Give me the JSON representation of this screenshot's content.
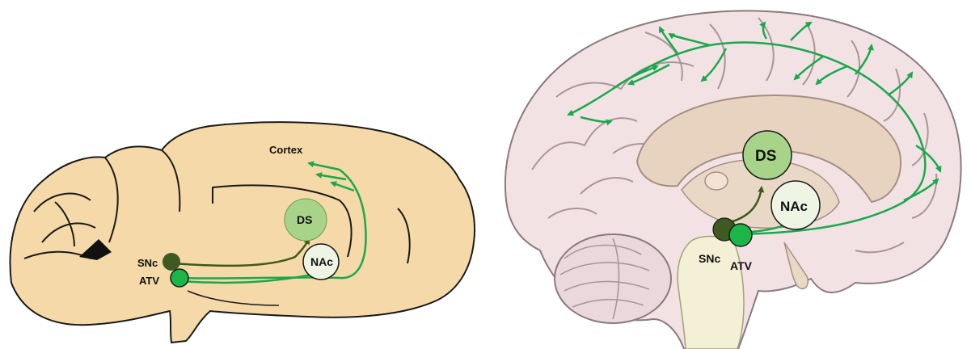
{
  "colors": {
    "rat_brain_fill": "#f5d9a8",
    "human_brain_fill": "#f3e2e4",
    "human_gyri_shadow": "#e8cfd2",
    "inner_region_fill": "#e8d3c0",
    "brainstem_fill": "#f3f0d6",
    "pathway_green": "#1aa84c",
    "nigrostriatal_dark": "#3a5a1a",
    "snc_node": "#3e5a22",
    "atv_node": "#1bb548",
    "ds_fill": "#a8d48a",
    "nac_fill": "#eef5e4",
    "outline": "#1a1a1a"
  },
  "rat_panel": {
    "labels": {
      "cortex": "Cortex",
      "ds": "DS",
      "nac": "NAc",
      "snc": "SNc",
      "atv": "ATV"
    }
  },
  "human_panel": {
    "labels": {
      "ds": "DS",
      "nac": "NAc",
      "snc": "SNc",
      "atv": "ATV"
    }
  }
}
